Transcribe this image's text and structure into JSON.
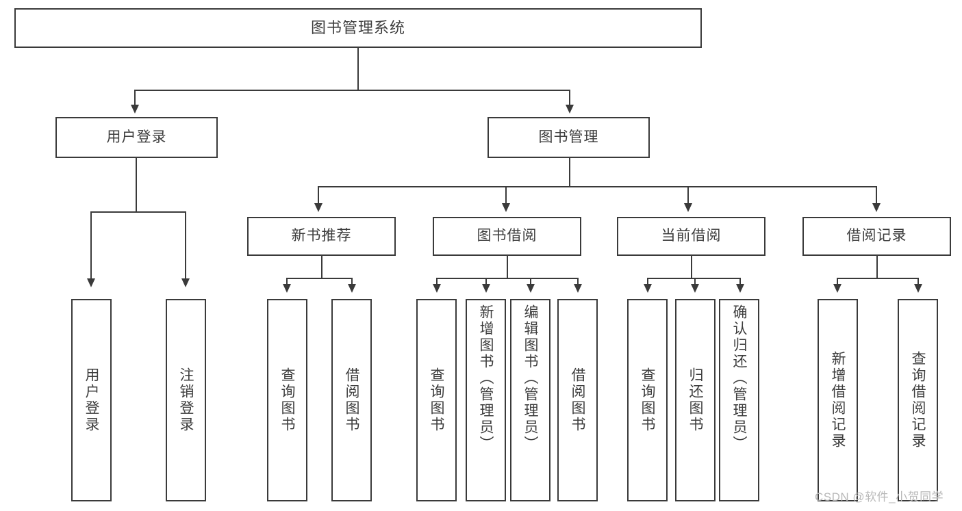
{
  "diagram": {
    "type": "tree-hierarchy",
    "title": "图书管理系统",
    "root": {
      "id": "root",
      "label": "图书管理系统"
    },
    "level2": [
      {
        "id": "user-login",
        "label": "用户登录"
      },
      {
        "id": "book-manage",
        "label": "图书管理"
      }
    ],
    "level3": [
      {
        "id": "new-book-rec",
        "label": "新书推荐",
        "parent": "book-manage"
      },
      {
        "id": "book-borrow",
        "label": "图书借阅",
        "parent": "book-manage"
      },
      {
        "id": "current-borrow",
        "label": "当前借阅",
        "parent": "book-manage"
      },
      {
        "id": "borrow-record",
        "label": "借阅记录",
        "parent": "book-manage"
      }
    ],
    "leaves": [
      {
        "id": "leaf-user-login",
        "label": "用户登录",
        "parent": "user-login"
      },
      {
        "id": "leaf-user-logout",
        "label": "注销登录",
        "parent": "user-login"
      },
      {
        "id": "leaf-rec-query",
        "label": "查询图书",
        "parent": "new-book-rec"
      },
      {
        "id": "leaf-rec-borrow",
        "label": "借阅图书",
        "parent": "new-book-rec"
      },
      {
        "id": "leaf-borrow-query",
        "label": "查询图书",
        "parent": "book-borrow"
      },
      {
        "id": "leaf-borrow-add",
        "label": "新增图书（管理员）",
        "parent": "book-borrow"
      },
      {
        "id": "leaf-borrow-edit",
        "label": "编辑图书（管理员）",
        "parent": "book-borrow"
      },
      {
        "id": "leaf-borrow-lend",
        "label": "借阅图书",
        "parent": "book-borrow"
      },
      {
        "id": "leaf-cur-query",
        "label": "查询图书",
        "parent": "current-borrow"
      },
      {
        "id": "leaf-cur-return",
        "label": "归还图书",
        "parent": "current-borrow"
      },
      {
        "id": "leaf-cur-confirm",
        "label": "确认归还（管理员）",
        "parent": "current-borrow"
      },
      {
        "id": "leaf-rec-add",
        "label": "新增借阅记录",
        "parent": "borrow-record"
      },
      {
        "id": "leaf-rec-search",
        "label": "查询借阅记录",
        "parent": "borrow-record"
      }
    ],
    "watermark": "CSDN @软件_小贺同学",
    "colors": {
      "stroke": "#3a3a3a",
      "text": "#3d3d3d",
      "background": "#ffffff",
      "watermark": "#b9b9b9"
    }
  }
}
